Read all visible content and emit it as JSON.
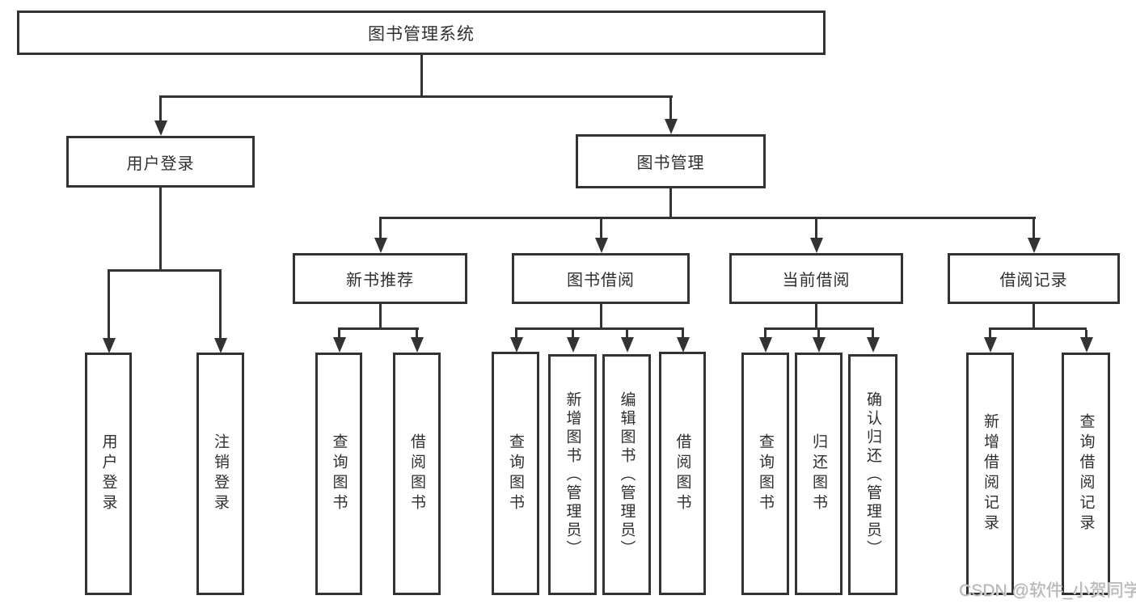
{
  "diagram": {
    "root": {
      "label": "图书管理系统"
    },
    "level1": [
      {
        "id": "user-login",
        "label": "用户登录"
      },
      {
        "id": "book-management",
        "label": "图书管理"
      }
    ],
    "level2": [
      {
        "id": "new-book-recommend",
        "label": "新书推荐",
        "parent": "图书管理"
      },
      {
        "id": "book-borrowing",
        "label": "图书借阅",
        "parent": "图书管理"
      },
      {
        "id": "current-borrowing",
        "label": "当前借阅",
        "parent": "图书管理"
      },
      {
        "id": "borrowing-records",
        "label": "借阅记录",
        "parent": "图书管理"
      }
    ],
    "leaves": [
      {
        "id": "user-login-leaf",
        "label": "用户登录",
        "parent": "用户登录"
      },
      {
        "id": "logout",
        "label": "注销登录",
        "parent": "用户登录"
      },
      {
        "id": "query-books-recommend",
        "label": "查询图书",
        "parent": "新书推荐"
      },
      {
        "id": "borrow-books-recommend",
        "label": "借阅图书",
        "parent": "新书推荐"
      },
      {
        "id": "query-books-borrowing",
        "label": "查询图书",
        "parent": "图书借阅"
      },
      {
        "id": "add-books-admin",
        "label": "新增图书（管理员）",
        "parent": "图书借阅"
      },
      {
        "id": "edit-books-admin",
        "label": "编辑图书（管理员）",
        "parent": "图书借阅"
      },
      {
        "id": "borrow-books-borrowing",
        "label": "借阅图书",
        "parent": "图书借阅"
      },
      {
        "id": "query-books-current",
        "label": "查询图书",
        "parent": "当前借阅"
      },
      {
        "id": "return-books",
        "label": "归还图书",
        "parent": "当前借阅"
      },
      {
        "id": "confirm-return-admin",
        "label": "确认归还（管理员）",
        "parent": "当前借阅"
      },
      {
        "id": "add-borrow-record",
        "label": "新增借阅记录",
        "parent": "借阅记录"
      },
      {
        "id": "query-borrow-record",
        "label": "查询借阅记录",
        "parent": "借阅记录"
      }
    ]
  },
  "watermark": "CSDN @软件_小贺同学",
  "colors": {
    "line": "#333333",
    "text": "#2f2f2f",
    "watermark": "#b5b5b5",
    "background": "#ffffff"
  }
}
